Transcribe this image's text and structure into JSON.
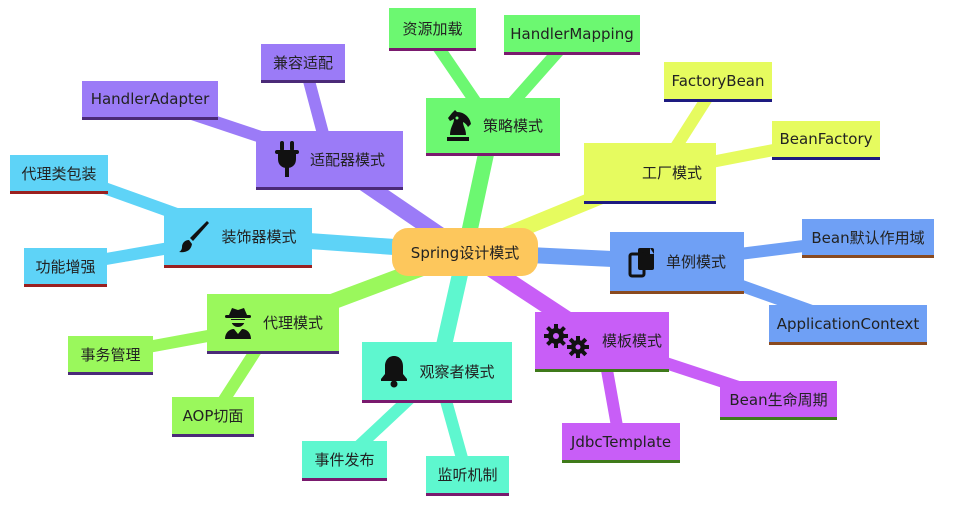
{
  "colors": {
    "root": "#fdc75c",
    "strategy": "#6cf871",
    "factory": "#e6fb5f",
    "singleton": "#6fa0f5",
    "template": "#c85ef7",
    "observer": "#5ef7cf",
    "proxy": "#9af85c",
    "decorator": "#5ed3f7",
    "adapter": "#9b7bf7",
    "border_dark": "#4b2a78",
    "border_navy": "#1d1a80",
    "border_brown": "#8a4a1f",
    "border_green": "#3f7a1a",
    "border_purple": "#7a1a6e",
    "border_red": "#9a2020"
  },
  "root": {
    "label": "Spring设计模式"
  },
  "branches": {
    "strategy": {
      "label": "策略模式",
      "icon": "chess-knight-icon",
      "children": [
        "资源加载",
        "HandlerMapping"
      ]
    },
    "factory": {
      "label": "工厂模式",
      "children": [
        "FactoryBean",
        "BeanFactory"
      ]
    },
    "singleton": {
      "label": "单例模式",
      "icon": "copy-icon",
      "children": [
        "Bean默认作用域",
        "ApplicationContext"
      ]
    },
    "template": {
      "label": "模板模式",
      "icon": "gears-icon",
      "children": [
        "Bean生命周期",
        "JdbcTemplate"
      ]
    },
    "observer": {
      "label": "观察者模式",
      "icon": "bell-icon",
      "children": [
        "事件发布",
        "监听机制"
      ]
    },
    "proxy": {
      "label": "代理模式",
      "icon": "user-secret-icon",
      "children": [
        "事务管理",
        "AOP切面"
      ]
    },
    "decorator": {
      "label": "装饰器模式",
      "icon": "paintbrush-icon",
      "children": [
        "代理类包装",
        "功能增强"
      ]
    },
    "adapter": {
      "label": "适配器模式",
      "icon": "plug-icon",
      "children": [
        "兼容适配",
        "HandlerAdapter"
      ]
    }
  }
}
